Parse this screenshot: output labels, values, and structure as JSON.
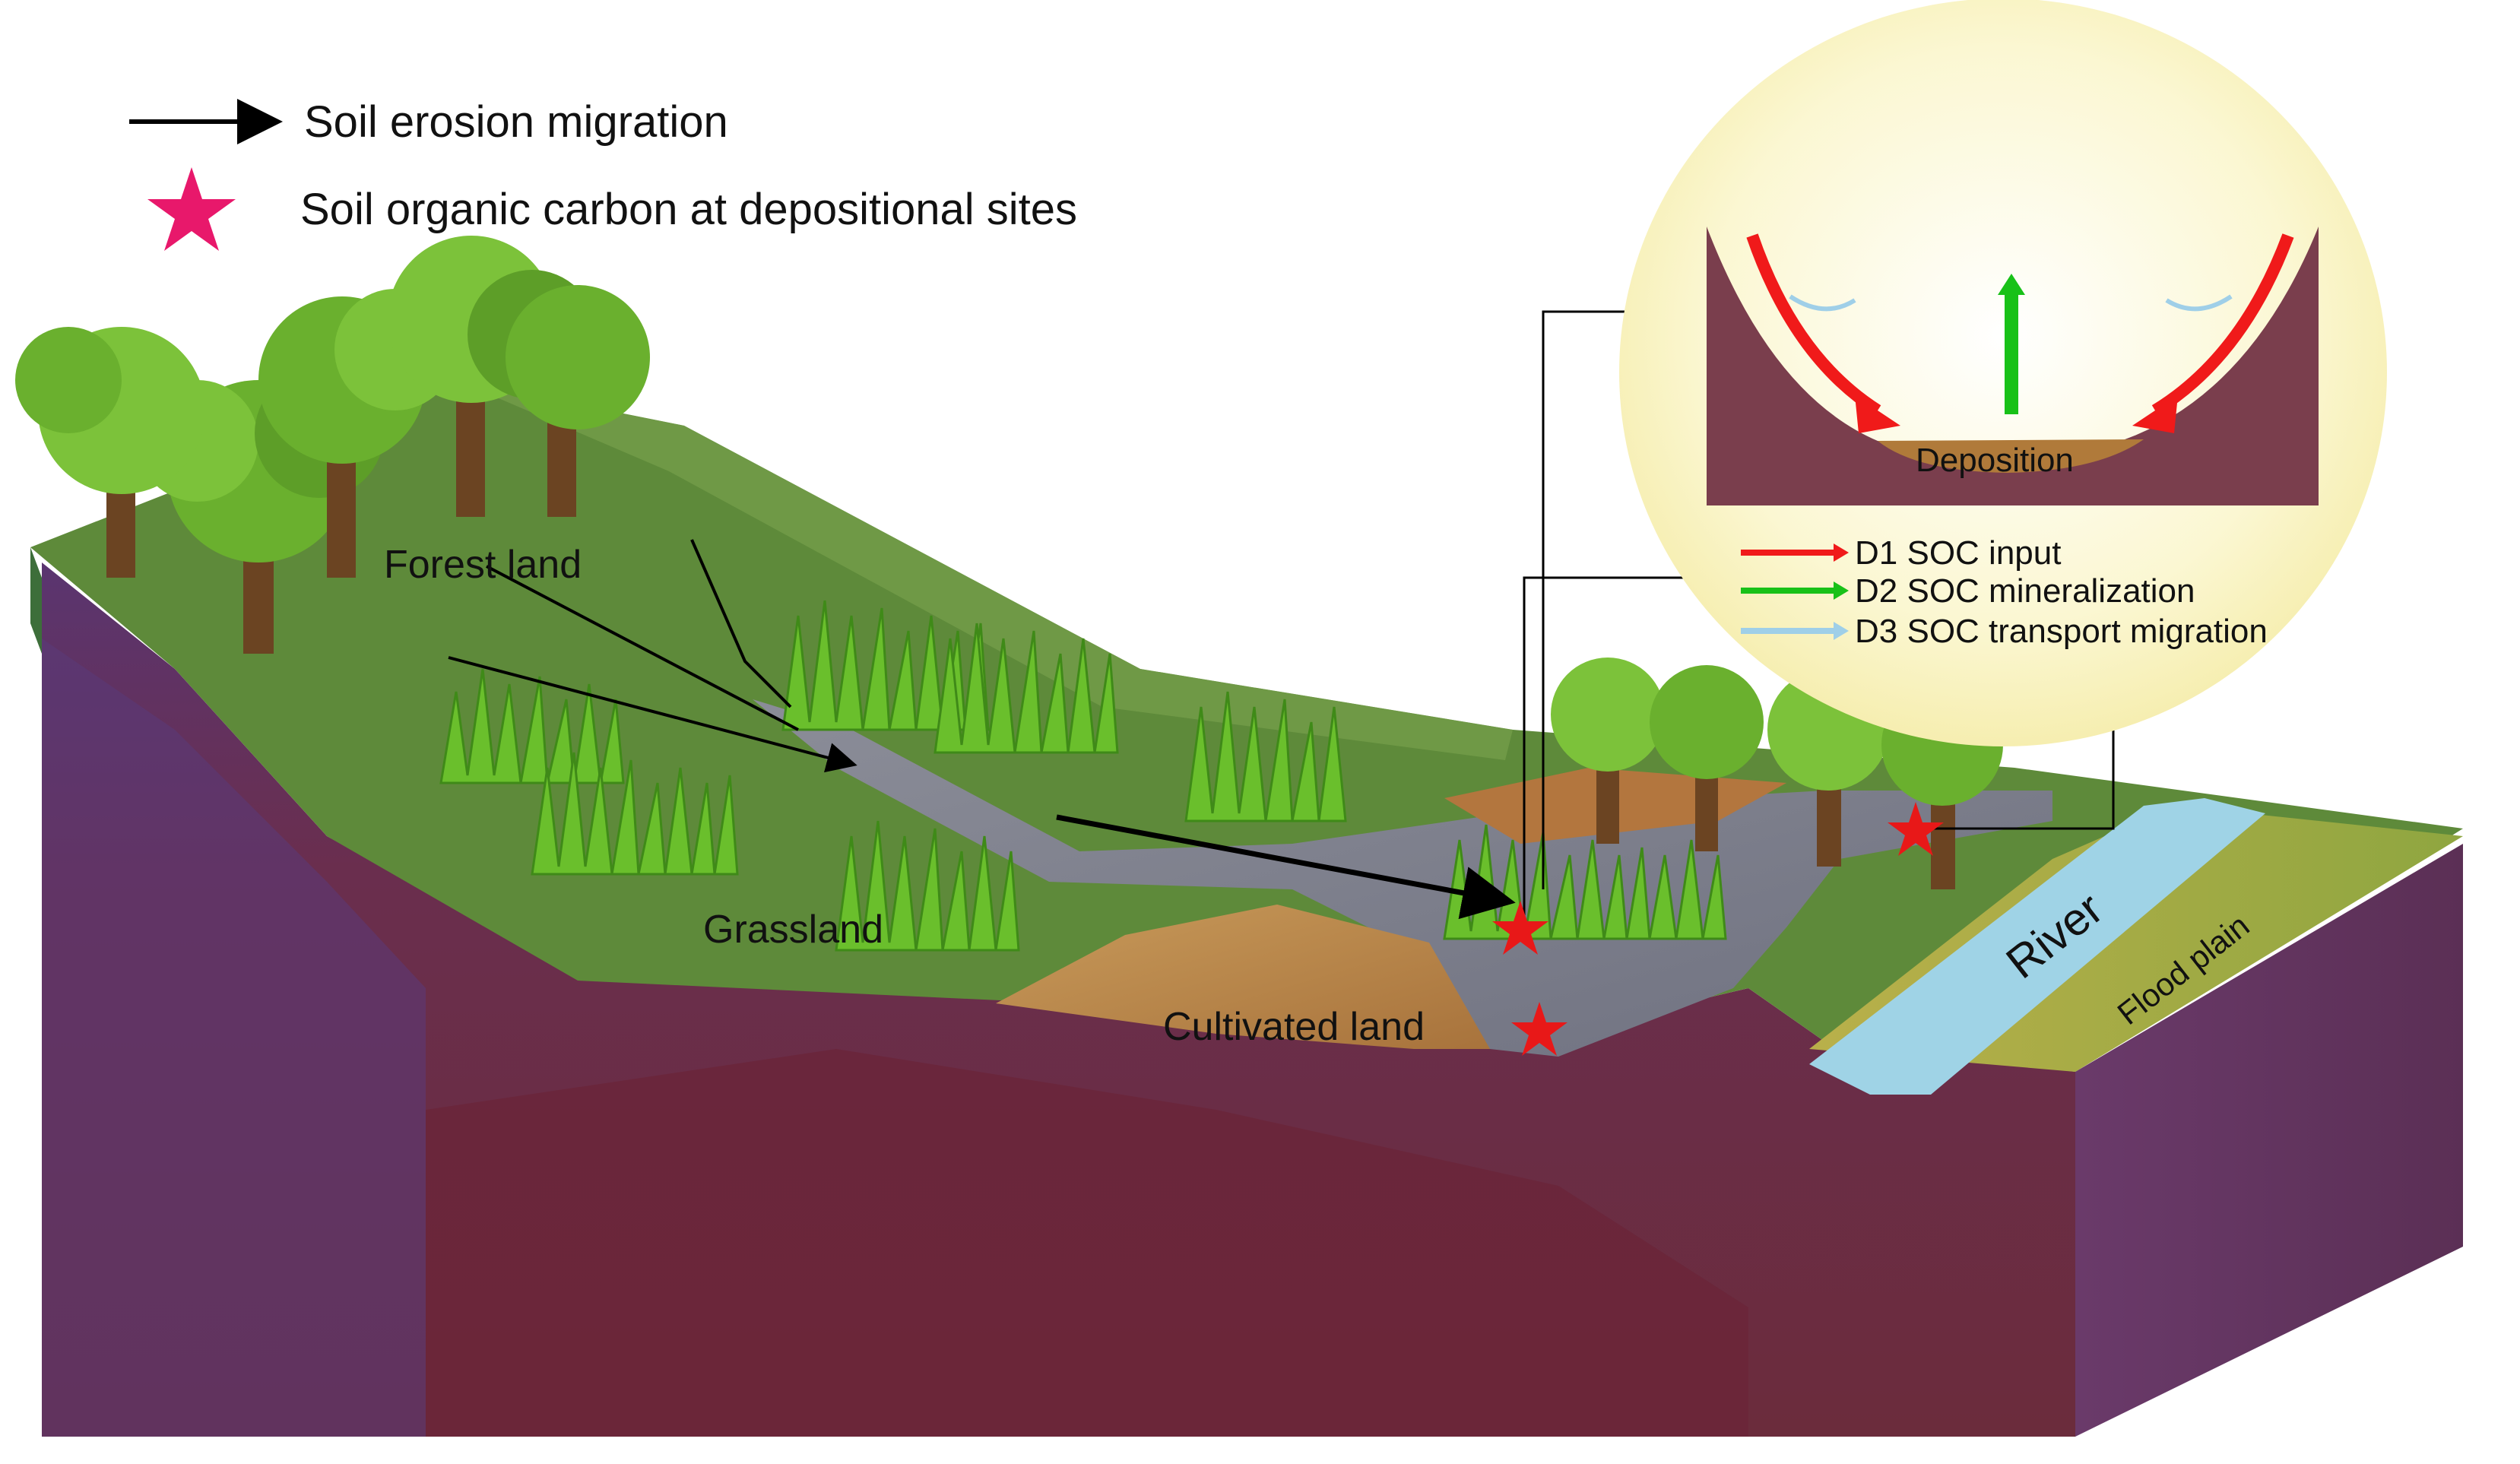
{
  "legend": {
    "arrow_label": "Soil erosion migration",
    "star_label": "Soil organic carbon at depositional sites",
    "arrow_icon": "black-arrow-icon",
    "star_icon": "star-icon",
    "star_color": "#e8186b"
  },
  "land": {
    "forest": "Forest land",
    "grassland": "Grassland",
    "cultivated": "Cultivated land",
    "river": "River",
    "flood_plain": "Flood plain"
  },
  "inset": {
    "deposition": "Deposition",
    "d1": "D1 SOC input",
    "d2": "D2 SOC mineralization",
    "d3": "D3 SOC transport migration"
  },
  "colors": {
    "soil": "#6e3048",
    "grass_surface": "#5e8a3a",
    "river": "#9fd3e6",
    "inset_bg": "#fbf6c8",
    "d1_arrow": "#f01a1a",
    "d2_arrow": "#18c118",
    "d3_arrow": "#9fcfe8",
    "deposition": "#b07a3a"
  }
}
